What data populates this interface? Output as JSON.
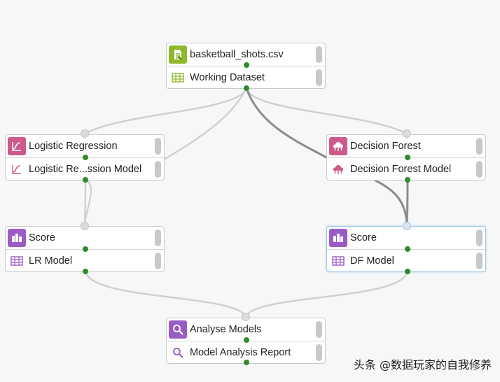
{
  "colors": {
    "data_icon": "#8fb82a",
    "classifier_icon": "#cc5a8c",
    "score_icon": "#9a5cc4",
    "analyse_icon": "#9a5cc4",
    "port_output": "#2f8a2f",
    "wire_light": "#cfcfcf",
    "wire_dark": "#8c8c8c"
  },
  "modules": {
    "dataset": {
      "top_label": "basketball_shots.csv",
      "top_icon": "dataset-file-icon",
      "bottom_label": "Working Dataset",
      "bottom_icon": "table-icon"
    },
    "logistic": {
      "top_label": "Logistic Regression",
      "top_icon": "logistic-curve-icon",
      "bottom_label": "Logistic Re...ssion Model",
      "bottom_icon": "logistic-curve-icon"
    },
    "forest": {
      "top_label": "Decision Forest",
      "top_icon": "decision-forest-icon",
      "bottom_label": "Decision Forest Model",
      "bottom_icon": "decision-forest-icon"
    },
    "score_lr": {
      "top_label": "Score",
      "top_icon": "score-icon",
      "bottom_label": "LR Model",
      "bottom_icon": "table-icon"
    },
    "score_df": {
      "top_label": "Score",
      "top_icon": "score-icon",
      "bottom_label": "DF Model",
      "bottom_icon": "table-icon"
    },
    "analyse": {
      "top_label": "Analyse Models",
      "top_icon": "magnifier-icon",
      "bottom_label": "Model Analysis Report",
      "bottom_icon": "magnifier-icon"
    }
  },
  "watermark": "头条 @数据玩家的自我修养"
}
